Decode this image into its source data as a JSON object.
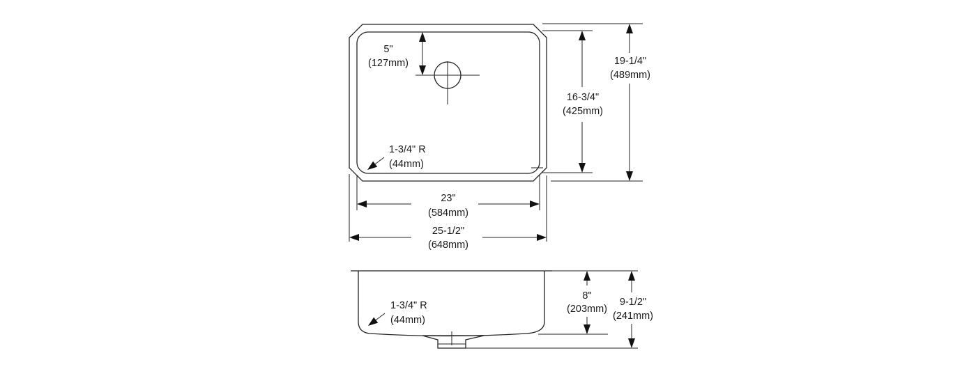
{
  "top_view": {
    "drain_offset": {
      "inch": "5\"",
      "mm": "(127mm)"
    },
    "corner_radius": {
      "inch": "1-3/4\" R",
      "mm": "(44mm)"
    },
    "bowl_width": {
      "inch": "23\"",
      "mm": "(584mm)"
    },
    "overall_width": {
      "inch": "25-1/2\"",
      "mm": "(648mm)"
    },
    "bowl_length": {
      "inch": "16-3/4\"",
      "mm": "(425mm)"
    },
    "overall_length": {
      "inch": "19-1/4\"",
      "mm": "(489mm)"
    }
  },
  "side_view": {
    "corner_radius": {
      "inch": "1-3/4\" R",
      "mm": "(44mm)"
    },
    "bowl_depth": {
      "inch": "8\"",
      "mm": "(203mm)"
    },
    "overall_depth": {
      "inch": "9-1/2\"",
      "mm": "(241mm)"
    }
  },
  "colors": {
    "line": "#222222",
    "text": "#1a1a1a",
    "background": "#ffffff"
  }
}
